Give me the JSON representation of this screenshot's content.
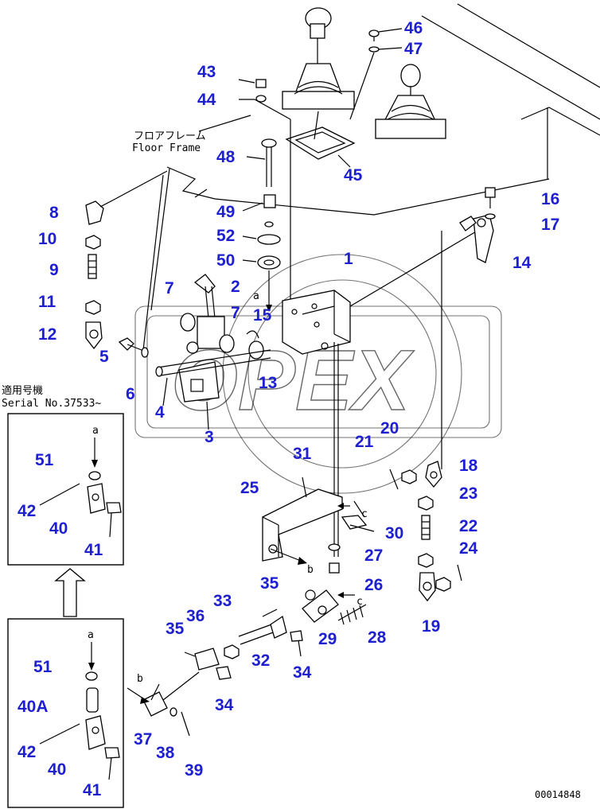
{
  "colors": {
    "callout": "#1d1fd0",
    "line": "#000000",
    "background": "#ffffff"
  },
  "watermark": {
    "text": "OPEX"
  },
  "labels": {
    "floor_frame_jp": "フロアフレーム",
    "floor_frame_en": "Floor Frame",
    "serial_jp": "適用号機",
    "serial_en": "Serial No.37533~",
    "drawing_no": "00014848"
  },
  "view_markers": [
    "a",
    "b",
    "c"
  ],
  "callouts": [
    {
      "id": "c1",
      "text": "1"
    },
    {
      "id": "c2",
      "text": "2"
    },
    {
      "id": "c3",
      "text": "3"
    },
    {
      "id": "c4",
      "text": "4"
    },
    {
      "id": "c5",
      "text": "5"
    },
    {
      "id": "c6",
      "text": "6"
    },
    {
      "id": "c7a",
      "text": "7"
    },
    {
      "id": "c7b",
      "text": "7"
    },
    {
      "id": "c8",
      "text": "8"
    },
    {
      "id": "c9",
      "text": "9"
    },
    {
      "id": "c10",
      "text": "10"
    },
    {
      "id": "c11",
      "text": "11"
    },
    {
      "id": "c12",
      "text": "12"
    },
    {
      "id": "c13",
      "text": "13"
    },
    {
      "id": "c14",
      "text": "14"
    },
    {
      "id": "c15",
      "text": "15"
    },
    {
      "id": "c16",
      "text": "16"
    },
    {
      "id": "c17",
      "text": "17"
    },
    {
      "id": "c18",
      "text": "18"
    },
    {
      "id": "c19",
      "text": "19"
    },
    {
      "id": "c20",
      "text": "20"
    },
    {
      "id": "c21",
      "text": "21"
    },
    {
      "id": "c22",
      "text": "22"
    },
    {
      "id": "c23",
      "text": "23"
    },
    {
      "id": "c24",
      "text": "24"
    },
    {
      "id": "c25",
      "text": "25"
    },
    {
      "id": "c26",
      "text": "26"
    },
    {
      "id": "c27",
      "text": "27"
    },
    {
      "id": "c28",
      "text": "28"
    },
    {
      "id": "c29",
      "text": "29"
    },
    {
      "id": "c30",
      "text": "30"
    },
    {
      "id": "c31",
      "text": "31"
    },
    {
      "id": "c32",
      "text": "32"
    },
    {
      "id": "c33",
      "text": "33"
    },
    {
      "id": "c34a",
      "text": "34"
    },
    {
      "id": "c34b",
      "text": "34"
    },
    {
      "id": "c35a",
      "text": "35"
    },
    {
      "id": "c35b",
      "text": "35"
    },
    {
      "id": "c36",
      "text": "36"
    },
    {
      "id": "c37",
      "text": "37"
    },
    {
      "id": "c38",
      "text": "38"
    },
    {
      "id": "c39",
      "text": "39"
    },
    {
      "id": "c40a",
      "text": "40"
    },
    {
      "id": "c40b",
      "text": "40"
    },
    {
      "id": "c40A",
      "text": "40A"
    },
    {
      "id": "c41a",
      "text": "41"
    },
    {
      "id": "c41b",
      "text": "41"
    },
    {
      "id": "c42a",
      "text": "42"
    },
    {
      "id": "c42b",
      "text": "42"
    },
    {
      "id": "c43",
      "text": "43"
    },
    {
      "id": "c44",
      "text": "44"
    },
    {
      "id": "c45",
      "text": "45"
    },
    {
      "id": "c46",
      "text": "46"
    },
    {
      "id": "c47",
      "text": "47"
    },
    {
      "id": "c48",
      "text": "48"
    },
    {
      "id": "c49",
      "text": "49"
    },
    {
      "id": "c50",
      "text": "50"
    },
    {
      "id": "c51a",
      "text": "51"
    },
    {
      "id": "c51b",
      "text": "51"
    },
    {
      "id": "c52",
      "text": "52"
    }
  ]
}
